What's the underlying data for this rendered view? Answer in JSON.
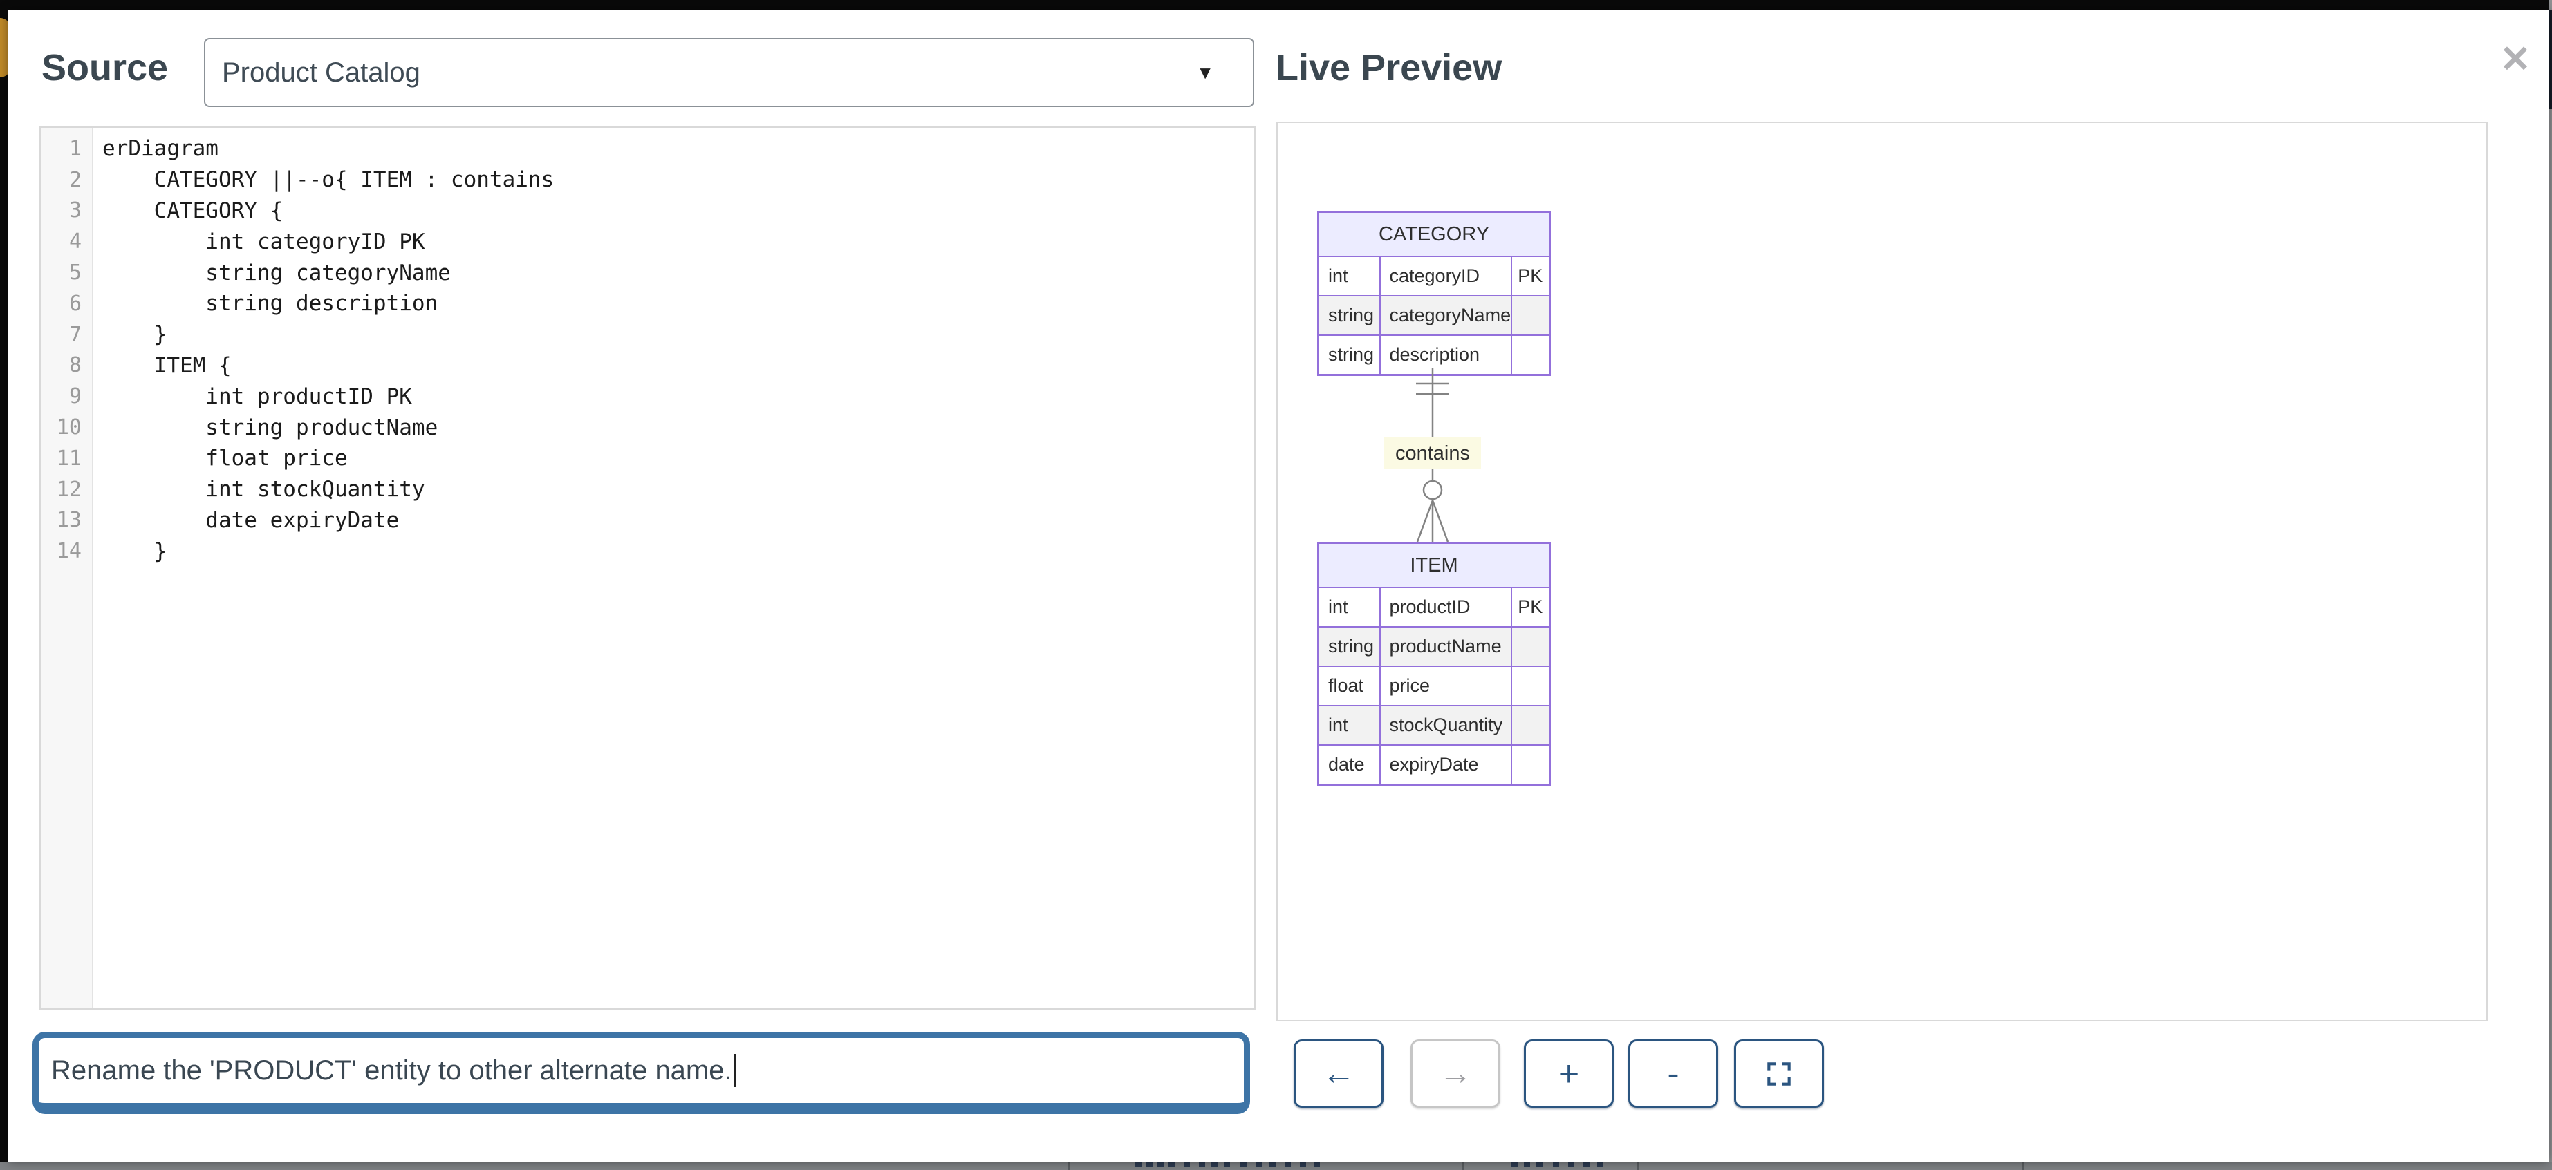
{
  "chrome": {
    "close_label": "✕"
  },
  "source_panel": {
    "title": "Source",
    "diagram_selector": {
      "value": "Product Catalog",
      "caret": "▼"
    },
    "editor": {
      "lines": [
        "erDiagram",
        "    CATEGORY ||--o{ ITEM : contains",
        "    CATEGORY {",
        "        int categoryID PK",
        "        string categoryName",
        "        string description",
        "    }",
        "    ITEM {",
        "        int productID PK",
        "        string productName",
        "        float price",
        "        int stockQuantity",
        "        date expiryDate",
        "    }"
      ]
    },
    "prompt_input": {
      "value": "Rename the 'PRODUCT' entity to other alternate name."
    }
  },
  "preview_panel": {
    "title": "Live Preview",
    "diagram": {
      "entities": [
        {
          "name": "CATEGORY",
          "attributes": [
            [
              "int",
              "categoryID",
              "PK"
            ],
            [
              "string",
              "categoryName",
              ""
            ],
            [
              "string",
              "description",
              ""
            ]
          ]
        },
        {
          "name": "ITEM",
          "attributes": [
            [
              "int",
              "productID",
              "PK"
            ],
            [
              "string",
              "productName",
              ""
            ],
            [
              "float",
              "price",
              ""
            ],
            [
              "int",
              "stockQuantity",
              ""
            ],
            [
              "date",
              "expiryDate",
              ""
            ]
          ]
        }
      ],
      "relationship": {
        "from": "CATEGORY",
        "to": "ITEM",
        "cardinality": "||--o{",
        "label": "contains"
      }
    },
    "toolbar": {
      "back_label": "←",
      "forward_label": "→",
      "zoom_in_label": "+",
      "zoom_out_label": "-"
    }
  },
  "colors": {
    "prompt_border_blue": "#3d74a6",
    "toolbar_navy": "#2b5580",
    "entity_border_purple": "#9370DB",
    "entity_header_bg": "#ECECFF",
    "entity_alt_row_bg": "#f2f2f2",
    "relationship_label_bg": "#fbfae3",
    "relationship_line_gray": "#838383"
  }
}
